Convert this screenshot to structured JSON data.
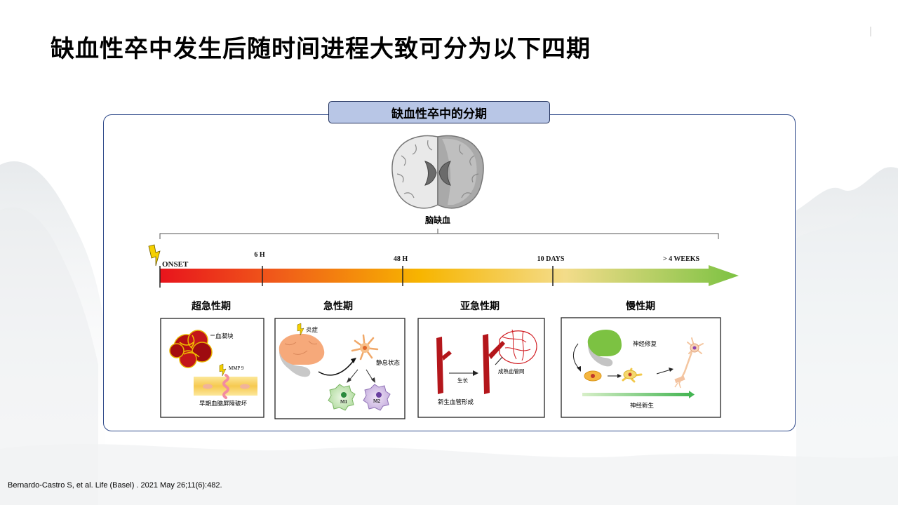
{
  "title": "缺血性卒中发生后随时间进程大致可分为以下四期",
  "diagram": {
    "header": "缺血性卒中的分期",
    "brain_label": "脑缺血",
    "timeline": {
      "onset": "ONSET",
      "ticks": [
        "6 H",
        "48 H",
        "10 DAYS",
        "> 4 WEEKS"
      ]
    },
    "phases": [
      {
        "name": "超急性期",
        "labels": {
          "clot": "血凝块",
          "mmp": "MMP 9",
          "bbb": "早期血脑屏障破坏"
        }
      },
      {
        "name": "急性期",
        "labels": {
          "inflammation": "炎症",
          "resting": "静息状态",
          "m1": "M1",
          "m2": "M2"
        }
      },
      {
        "name": "亚急性期",
        "labels": {
          "growth": "生长",
          "mature": "成熟血管网",
          "angiogenesis": "新生血管形成"
        }
      },
      {
        "name": "慢性期",
        "labels": {
          "repair": "神经修复",
          "neurogenesis": "神经新生"
        }
      }
    ]
  },
  "citation": "Bernardo-Castro S, et al. Life (Basel) . 2021 May 26;11(6):482.",
  "colors": {
    "frame_border": "#2f4a8a",
    "header_fill": "#b8c6e6",
    "timeline_start": "#e8141c",
    "timeline_mid": "#f7b500",
    "timeline_end": "#7cc242",
    "clot": "#b30f12",
    "vessel": "#b4161b"
  }
}
